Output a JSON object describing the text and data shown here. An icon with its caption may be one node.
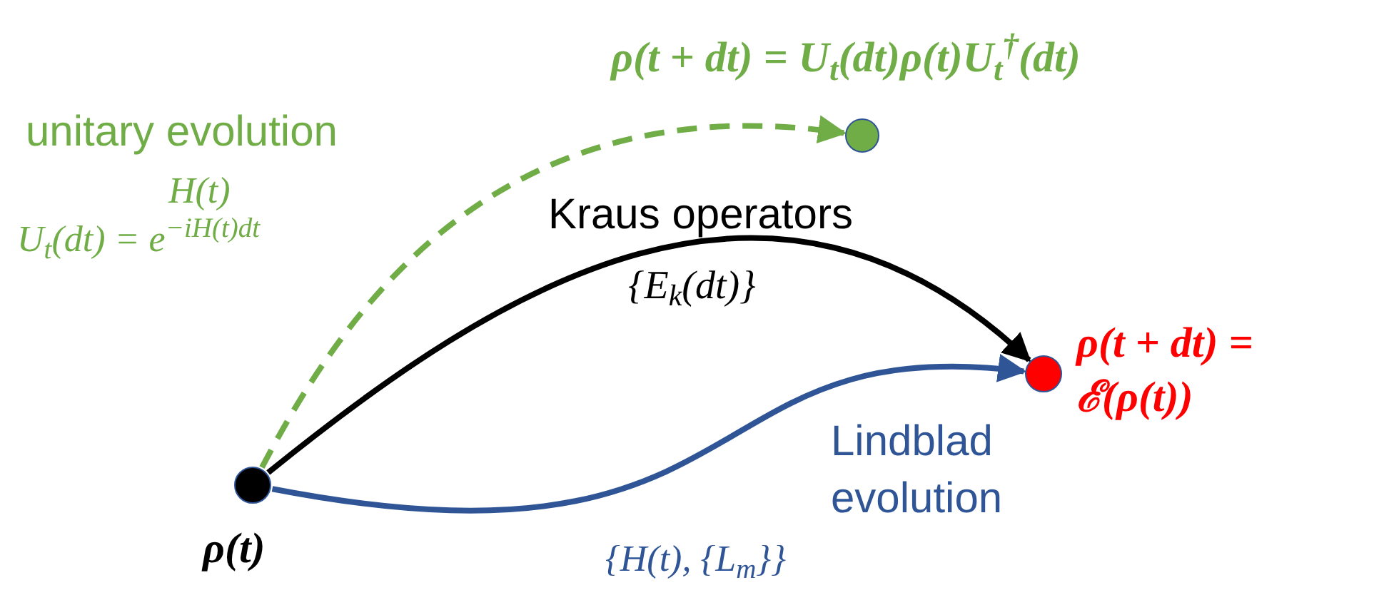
{
  "diagram": {
    "nodes": [
      {
        "text": [],
        "shape": "circle",
        "beside": [
          "ρ(t)"
        ]
      },
      {
        "text": [],
        "shape": "circle",
        "beside": [
          "ρ(t + dt) = U$_{t}$(dt)ρ(t)U$_{t}$$^{†}$(dt)"
        ]
      },
      {
        "text": [],
        "shape": "circle",
        "beside": [
          "ρ(t + dt) = ℰ(ρ(t))"
        ]
      }
    ],
    "edges": [
      {
        "from": 0,
        "to": 1,
        "arrow": "to",
        "label": "unitary evolution",
        "style": "dashed",
        "color": "#70ad47"
      },
      {
        "from": 0,
        "to": 2,
        "arrow": "to",
        "label": "Kraus operators",
        "color": "#000000"
      },
      {
        "from": 0,
        "to": 2,
        "arrow": "to",
        "label": "Lindblad evolution",
        "color": "#2f5597"
      }
    ],
    "labels": [
      "H(t)",
      "U$_{t}$(dt) = e$^{−iH(t)dt}$",
      "{E$_{k}$(dt)}",
      "{H(t), {L$_{m}$}}"
    ]
  }
}
